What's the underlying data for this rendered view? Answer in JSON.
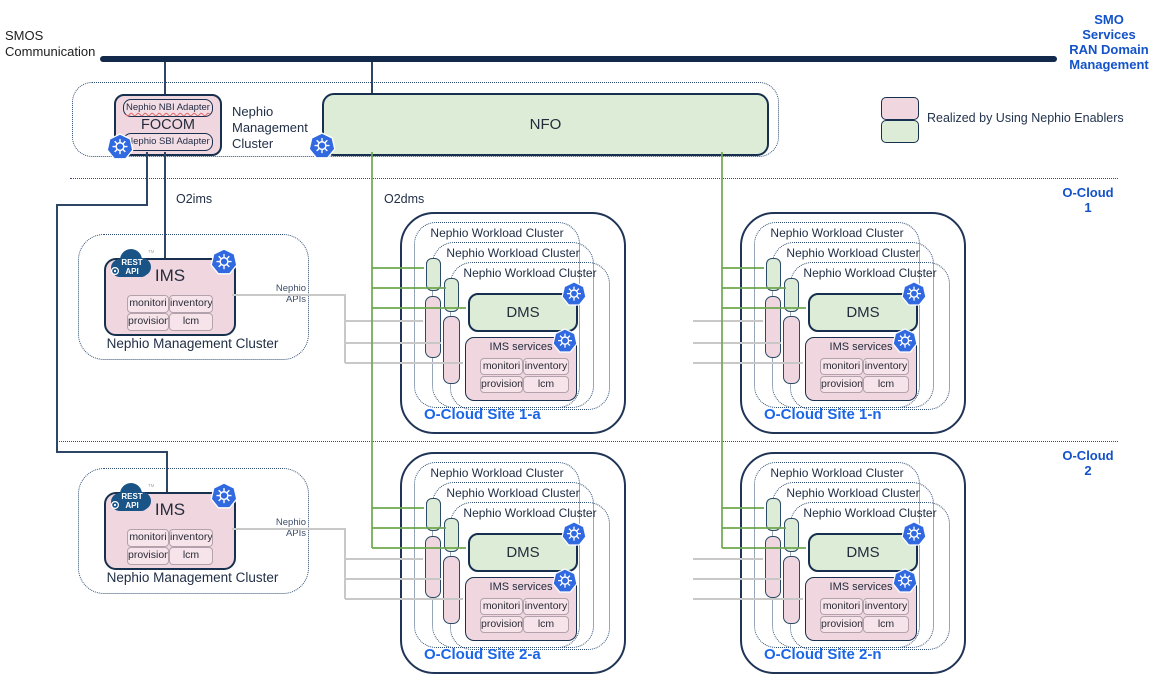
{
  "header": {
    "smos_line1": "SMOS",
    "smos_line2": "Communication",
    "smo_lines": [
      "SMO",
      "Services",
      "RAN Domain",
      "Management"
    ]
  },
  "legend": {
    "label": "Realized by Using Nephio Enablers"
  },
  "top_cluster": {
    "label_lines": [
      "Nephio",
      "Management",
      "Cluster"
    ],
    "focom": {
      "nbi": "Nephio NBI Adapter",
      "title": "FOCOM",
      "sbi": "Nephio SBI Adapter"
    },
    "nfo": "NFO"
  },
  "interfaces": {
    "o2ims": "O2ims",
    "o2dms": "O2dms"
  },
  "regions": [
    {
      "line1": "O-Cloud",
      "line2": "1"
    },
    {
      "line1": "O-Cloud",
      "line2": "2"
    }
  ],
  "ims_groups": [
    {
      "title": "IMS",
      "services": [
        "monitori",
        "inventory",
        "provision",
        "lcm"
      ],
      "cluster_label": "Nephio Management Cluster",
      "api_label": "Nephio APIs",
      "rest_icon": {
        "line1": "REST",
        "line2": "API",
        "tm": "TM"
      }
    },
    {
      "title": "IMS",
      "services": [
        "monitori",
        "inventory",
        "provision",
        "lcm"
      ],
      "cluster_label": "Nephio Management Cluster",
      "api_label": "Nephio APIs",
      "rest_icon": {
        "line1": "REST",
        "line2": "API",
        "tm": "TM"
      }
    }
  ],
  "sites": [
    {
      "label": "O-Cloud Site 1-a",
      "clusters": [
        "Nephio Workload Cluster",
        "Nephio Workload Cluster",
        "Nephio Workload Cluster"
      ],
      "dms": "DMS",
      "ims_title": "IMS services",
      "services": [
        "monitori",
        "inventory",
        "provision",
        "lcm"
      ]
    },
    {
      "label": "O-Cloud Site 1-n",
      "clusters": [
        "Nephio Workload Cluster",
        "Nephio Workload Cluster",
        "Nephio Workload Cluster"
      ],
      "dms": "DMS",
      "ims_title": "IMS services",
      "services": [
        "monitori",
        "inventory",
        "provision",
        "lcm"
      ]
    },
    {
      "label": "O-Cloud Site 2-a",
      "clusters": [
        "Nephio Workload Cluster",
        "Nephio Workload Cluster",
        "Nephio Workload Cluster"
      ],
      "dms": "DMS",
      "ims_title": "IMS services",
      "services": [
        "monitori",
        "inventory",
        "provision",
        "lcm"
      ]
    },
    {
      "label": "O-Cloud Site 2-n",
      "clusters": [
        "Nephio Workload Cluster",
        "Nephio Workload Cluster",
        "Nephio Workload Cluster"
      ],
      "dms": "DMS",
      "ims_title": "IMS services",
      "services": [
        "monitori",
        "inventory",
        "provision",
        "lcm"
      ]
    }
  ],
  "colors": {
    "pink": "#f0d6de",
    "green": "#dcecd6",
    "navy_border": "#17304f",
    "line_green": "#6fa84e",
    "line_gray": "#c8c8c8",
    "line_navy": "#2e4665",
    "accent_blue": "#1352c8",
    "site_blue": "#1b66e8",
    "k8s_blue": "#3069e0"
  }
}
